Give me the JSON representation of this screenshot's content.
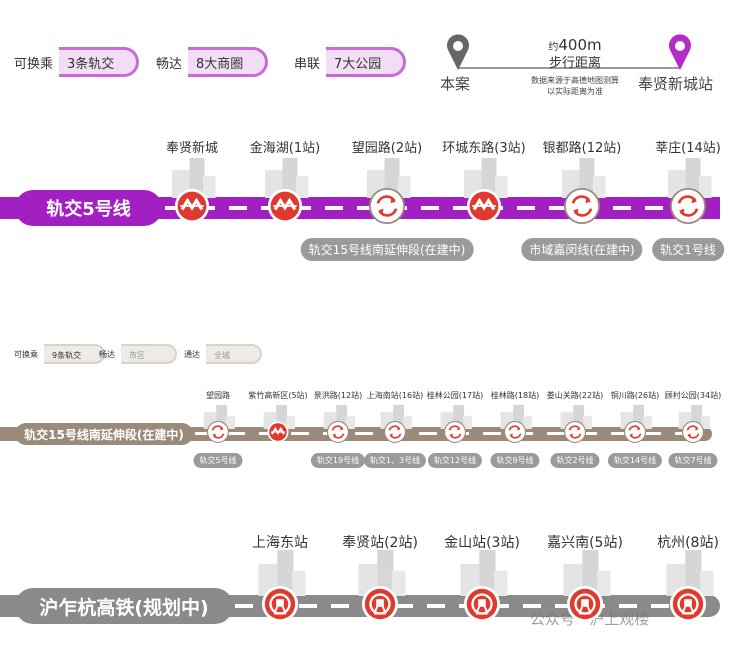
{
  "top_pills": [
    {
      "key": "可换乘",
      "value": "3条轨交"
    },
    {
      "key": "畅达",
      "value": "8大商圈"
    },
    {
      "key": "串联",
      "value": "7大公园"
    }
  ],
  "distance": {
    "from": "本案",
    "to": "奉贤新城站",
    "prefix": "约",
    "distance": "400m",
    "mode": "步行距离",
    "note1": "数据来源于高德地图测算",
    "note2": "以实际距离为准"
  },
  "line5": {
    "label": "轨交5号线",
    "color": "#a21fc2",
    "stations": [
      {
        "name": "奉贤新城",
        "type": "metro"
      },
      {
        "name": "金海湖(1站)",
        "type": "metro"
      },
      {
        "name": "望园路(2站)",
        "type": "transfer"
      },
      {
        "name": "环城东路(3站)",
        "type": "metro"
      },
      {
        "name": "银都路(12站)",
        "type": "transfer"
      },
      {
        "name": "莘庄(14站)",
        "type": "transfer"
      }
    ],
    "tags": [
      "轨交15号线南延伸段(在建中)",
      "市域嘉闵线(在建中)",
      "轨交1号线"
    ]
  },
  "mid_pills": [
    {
      "key": "可换乘",
      "value": "9条轨交"
    },
    {
      "key": "畅达",
      "value": "市区"
    },
    {
      "key": "通达",
      "value": "全城"
    }
  ],
  "line15": {
    "label": "轨交15号线南延伸段(在建中)",
    "color": "#9b8a7a",
    "stations": [
      {
        "name": "望园路",
        "type": "transfer",
        "tag": "轨交5号线"
      },
      {
        "name": "紫竹高新区(5站)",
        "type": "metro",
        "tag": ""
      },
      {
        "name": "景洪路(12站)",
        "type": "transfer",
        "tag": "轨交19号线"
      },
      {
        "name": "上海南站(16站)",
        "type": "transfer",
        "tag": "轨交1、3号线"
      },
      {
        "name": "桂林公园(17站)",
        "type": "transfer",
        "tag": "轨交12号线"
      },
      {
        "name": "桂林路(18站)",
        "type": "transfer",
        "tag": "轨交9号线"
      },
      {
        "name": "娄山关路(22站)",
        "type": "transfer",
        "tag": "轨交2号线"
      },
      {
        "name": "铜川路(26站)",
        "type": "transfer",
        "tag": "轨交14号线"
      },
      {
        "name": "顾村公园(34站)",
        "type": "transfer",
        "tag": "轨交7号线"
      }
    ]
  },
  "rail": {
    "label": "沪乍杭高铁(规划中)",
    "color": "#8a8a8a",
    "stations": [
      {
        "name": "上海东站"
      },
      {
        "name": "奉贤站(2站)"
      },
      {
        "name": "金山站(3站)"
      },
      {
        "name": "嘉兴南(5站)"
      },
      {
        "name": "杭州(8站)"
      }
    ]
  },
  "watermark": "公众号 · 沪上观楼"
}
